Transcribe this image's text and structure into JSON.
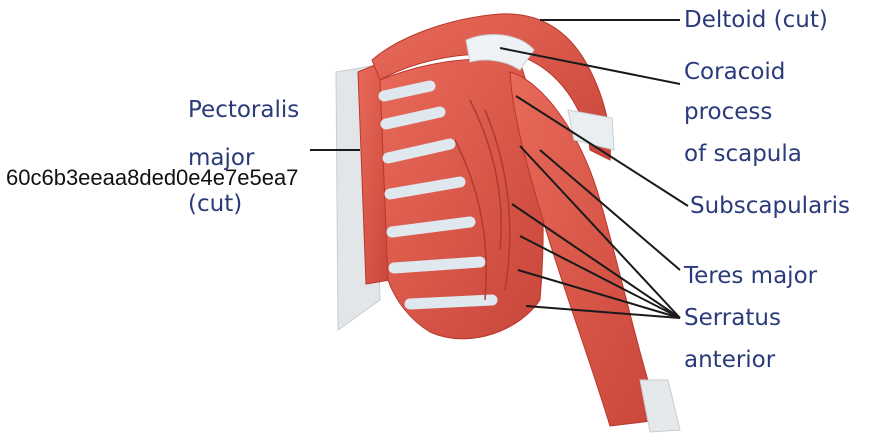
{
  "labels": {
    "deltoid": "Deltoid (cut)",
    "coracoid_1": "Coracoid",
    "coracoid_2": "process",
    "coracoid_3": "of scapula",
    "subscapularis": "Subscapularis",
    "teres": "Teres major",
    "serratus_1": "Serratus",
    "serratus_2": "anterior",
    "pect_1": "Pectoralis",
    "pect_2": "major",
    "pect_3": "(cut)"
  },
  "overlay_text": "60c6b3eeaa8ded0e4e7e5ea7",
  "colors": {
    "muscle": "#e0584a",
    "muscle_dark": "#b8372c",
    "tendon": "#e8eef2",
    "bone": "#dfe3e6",
    "label": "#2a3a7a",
    "leader": "#1a1a1a"
  }
}
